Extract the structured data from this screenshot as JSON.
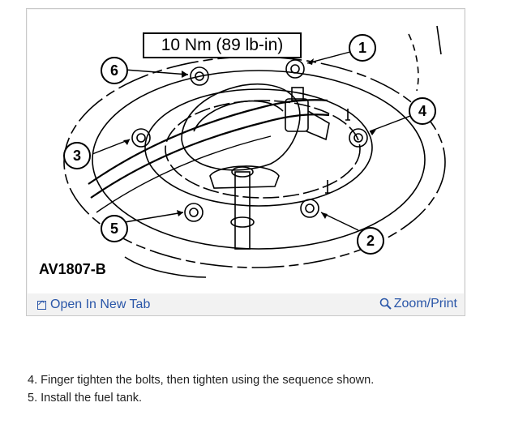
{
  "figure": {
    "torque_label": "10 Nm (89 lb-in)",
    "figure_id": "AV1807-B",
    "callouts": [
      "1",
      "2",
      "3",
      "4",
      "5",
      "6"
    ]
  },
  "toolbar": {
    "open_tab_label": "Open In New Tab",
    "zoom_label": "Zoom/Print"
  },
  "steps": [
    "4. Finger tighten the bolts, then tighten using the sequence shown.",
    "5. Install the fuel tank."
  ]
}
